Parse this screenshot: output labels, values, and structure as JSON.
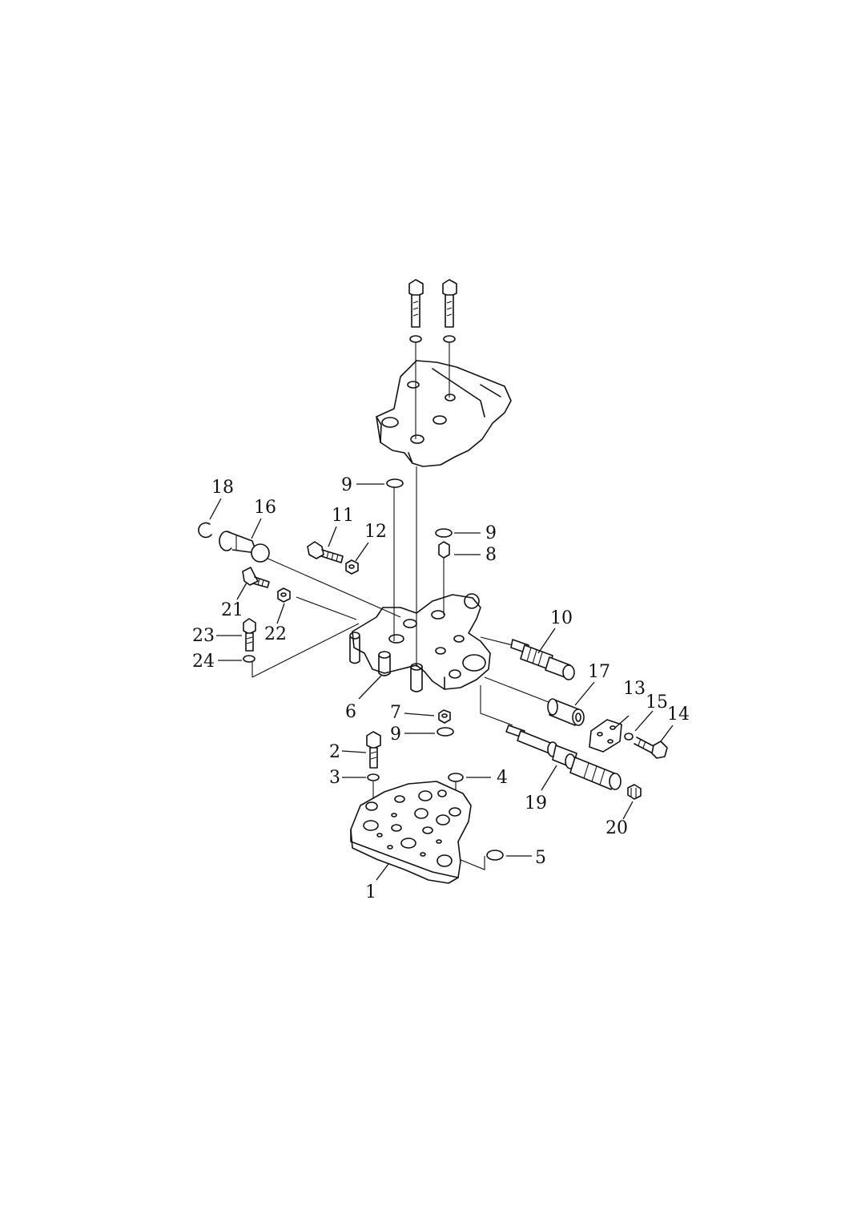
{
  "diagram": {
    "labels": {
      "l1": "1",
      "l2": "2",
      "l3": "3",
      "l4": "4",
      "l5": "5",
      "l6": "6",
      "l7": "7",
      "l8": "8",
      "l9a": "9",
      "l9b": "9",
      "l9c": "9",
      "l10": "10",
      "l11": "11",
      "l12": "12",
      "l13": "13",
      "l14": "14",
      "l15": "15",
      "l16": "16",
      "l17": "17",
      "l18": "18",
      "l19": "19",
      "l20": "20",
      "l21": "21",
      "l22": "22",
      "l23": "23",
      "l24": "24"
    }
  }
}
